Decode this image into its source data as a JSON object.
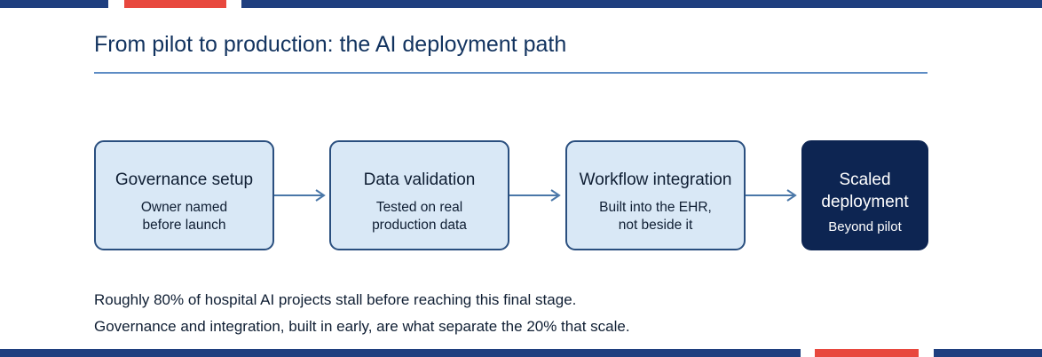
{
  "colors": {
    "navy": "#1f3f7f",
    "red": "#e8483e",
    "box_fill": "#d9e8f6",
    "box_border": "#2a4f7f",
    "final_fill": "#0d2552",
    "arrow": "#4a77a8"
  },
  "title": "From pilot to production: the AI deployment path",
  "stages": [
    {
      "title": "Governance setup",
      "subtitle": "Owner named\nbefore launch"
    },
    {
      "title": "Data validation",
      "subtitle": "Tested on real\nproduction data"
    },
    {
      "title": "Workflow integration",
      "subtitle": "Built into the EHR,\nnot beside it"
    },
    {
      "title": "Scaled\ndeployment",
      "subtitle": "Beyond pilot"
    }
  ],
  "notes": [
    "Roughly 80% of hospital AI projects stall before reaching this final stage.",
    "Governance and integration, built in early, are what separate the 20% that scale."
  ]
}
